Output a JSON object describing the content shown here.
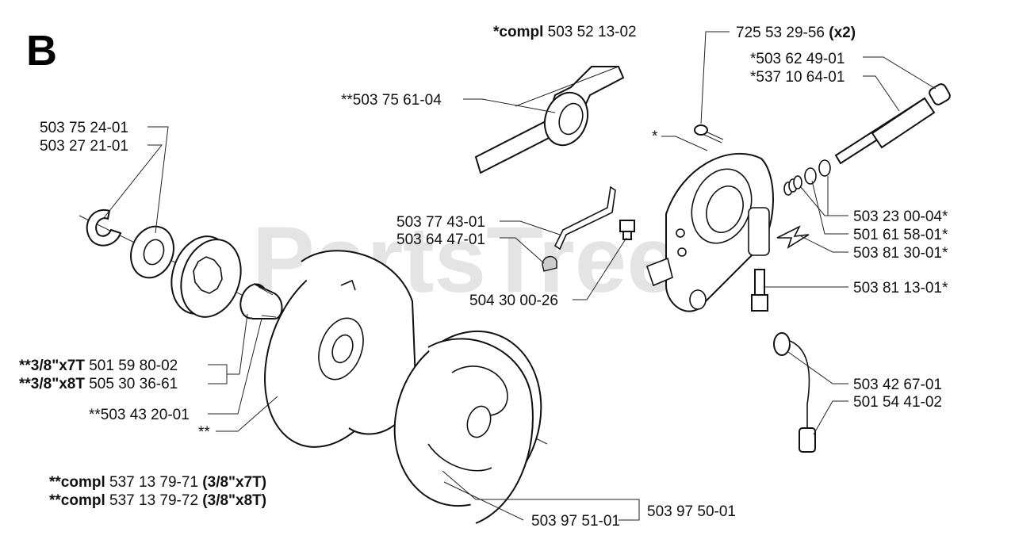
{
  "section_letter": "B",
  "watermark": "PartsTree",
  "labels": {
    "compl_top_bold": "*compl",
    "compl_top_num": " 503 52 13-02",
    "l_725_num": "725 53 29-56 ",
    "l_725_qty": "(x2)",
    "l_50362": "*503 62 49-01",
    "l_53710": "*537 10 64-01",
    "l_50375_04": "**503 75 61-04",
    "l_50375_24": "503 75 24-01",
    "l_50327": "503 27 21-01",
    "l_star": "*",
    "l_50377": "503 77 43-01",
    "l_50364": "503 64 47-01",
    "l_50430": "504 30 00-26",
    "l_50323": "503 23 00-04*",
    "l_50161": "501 61 58-01*",
    "l_50381_30": "503 81 30-01*",
    "l_50381_13": "503 81 13-01*",
    "l_37x7_bold": "**3/8\"x7T",
    "l_37x7_num": " 501 59 80-02",
    "l_38x8_bold": "**3/8\"x8T",
    "l_38x8_num": " 505 30 36-61",
    "l_50343": "**503 43 20-01",
    "l_dstar": "**",
    "l_50342": "503 42 67-01",
    "l_50154": "501 54 41-02",
    "c1_bold": "**compl",
    "c1_num": " 537 13 79-71 ",
    "c1_spec": "(3/8\"x7T)",
    "c2_bold": "**compl",
    "c2_num": " 537 13 79-72 ",
    "c2_spec": "(3/8\"x8T)",
    "l_50397_51": "503 97 51-01",
    "l_50397_50": "503 97 50-01"
  }
}
